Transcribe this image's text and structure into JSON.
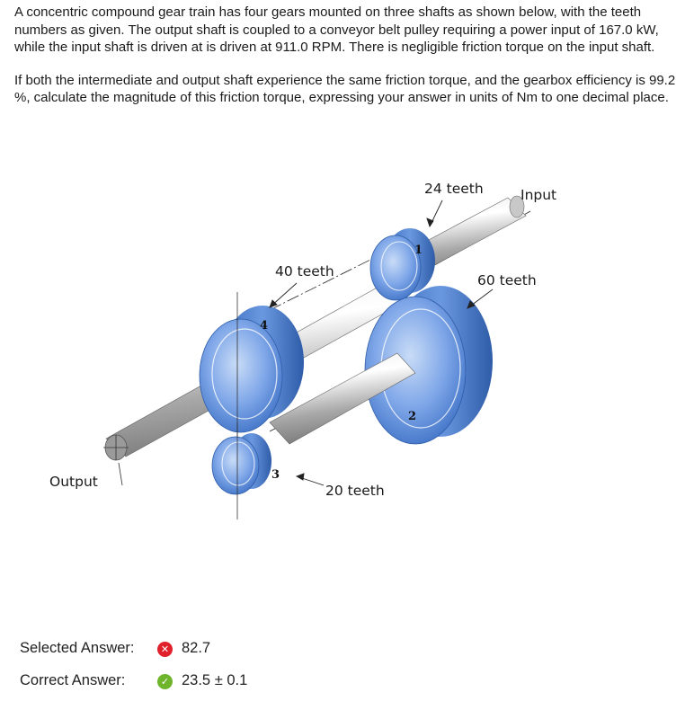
{
  "question": {
    "paragraph1": "A concentric compound gear train has four gears mounted on three shafts as shown below, with the teeth numbers as given.  The output shaft is coupled to a conveyor belt pulley requiring a power input of 167.0 kW, while the input shaft is driven at is driven at 911.0 RPM.  There is negligible friction torque on the input shaft.",
    "paragraph2": "If both the intermediate and output shaft experience the same friction torque, and the gearbox efficiency is 99.2 %, calculate the magnitude of this friction torque, expressing your answer in units of Nm to one decimal place."
  },
  "diagram": {
    "labels": {
      "gear1_teeth": "24 teeth",
      "input": "Input",
      "gear4_teeth": "40 teeth",
      "gear2_teeth": "60 teeth",
      "output": "Output",
      "gear3_teeth": "20 teeth"
    },
    "gear_numbers": {
      "g1": "1",
      "g2": "2",
      "g3": "3",
      "g4": "4"
    },
    "colors": {
      "gear_blue": "#5b8fdc",
      "shaft_gray": "#b5b5b5"
    }
  },
  "answers": {
    "selected_label": "Selected Answer:",
    "selected_value": "82.7",
    "selected_icon": "x-circle-icon",
    "correct_label": "Correct Answer:",
    "correct_value": "23.5 ± 0.1",
    "correct_icon": "check-circle-icon",
    "colors": {
      "wrong": "#e0202a",
      "correct": "#6fb52c"
    }
  }
}
